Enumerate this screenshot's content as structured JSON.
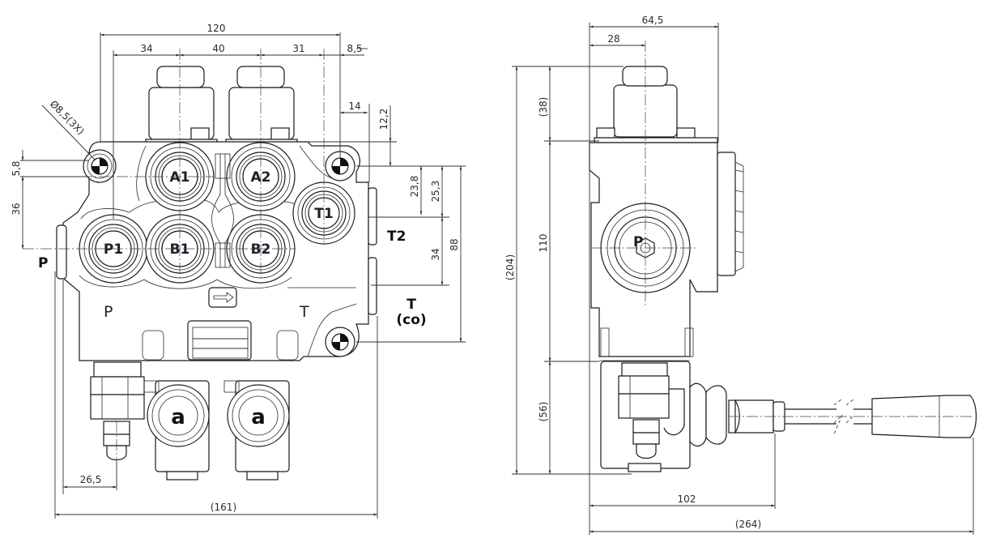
{
  "drawing": {
    "title": "2-spool hydraulic directional control valve",
    "views": [
      "front",
      "side"
    ]
  },
  "front_view": {
    "dimensions": {
      "overall_mount_width": "120",
      "a1_offset": "34",
      "spool_pitch": "40",
      "t1_offset": "31",
      "edge_offset": "8,5",
      "hole_diameter": "Ø8,5(3X)",
      "tab_width": "14",
      "tab_height": "12,2",
      "hole_offset_v": "5,8",
      "p_port_offset": "36",
      "t1_depth_a": "23,8",
      "t1_depth_b": "25,3",
      "t_port_spacing": "34",
      "mount_height": "88",
      "bottom_offset": "26,5",
      "overall_width": "(161)"
    },
    "ports": {
      "a1": "A1",
      "a2": "A2",
      "b1": "B1",
      "b2": "B2",
      "p1": "P1",
      "t1": "T1",
      "t2": "T2",
      "t_co_line1": "T",
      "t_co_line2": "(co)",
      "p_side": "P"
    },
    "cast_marks": {
      "p": "P",
      "t": "T"
    },
    "logo": "a"
  },
  "side_view": {
    "dimensions": {
      "body_depth": "64,5",
      "spool_offset": "28",
      "top_height": "(38)",
      "overall_height": "(204)",
      "body_height": "110",
      "bottom_height": "(56)",
      "lever_offset": "102",
      "overall_length": "(264)"
    },
    "ports": {
      "p": "P"
    }
  },
  "colors": {
    "line": "#1a1a1a",
    "background": "#ffffff"
  }
}
